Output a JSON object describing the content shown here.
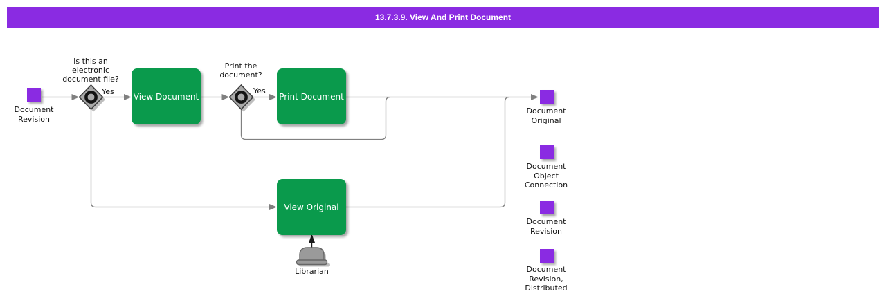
{
  "title_bar": {
    "text": "13.7.3.9. View And Print Document"
  },
  "colors": {
    "banner": "#8A2BE2",
    "object_square": "#8A2BE2",
    "task_green": "#0A9A4C",
    "connector_gray": "#808080",
    "decision_fill": "#ABABAB",
    "actor_gray": "#9A9A9A"
  },
  "flow": {
    "start_object": {
      "label": "Document\nRevision"
    },
    "decision1": {
      "question": "Is this an\nelectronic\ndocument file?",
      "yes_label": "Yes"
    },
    "task_view_document": {
      "label": "View Document"
    },
    "decision2": {
      "question": "Print the\ndocument?",
      "yes_label": "Yes"
    },
    "task_print_document": {
      "label": "Print Document"
    },
    "task_view_original": {
      "label": "View Original"
    },
    "actor": {
      "label": "Librarian"
    }
  },
  "outputs": [
    {
      "label": "Document\nOriginal"
    },
    {
      "label": "Document\nObject\nConnection"
    },
    {
      "label": "Document\nRevision"
    },
    {
      "label": "Document\nRevision,\nDistributed"
    }
  ]
}
